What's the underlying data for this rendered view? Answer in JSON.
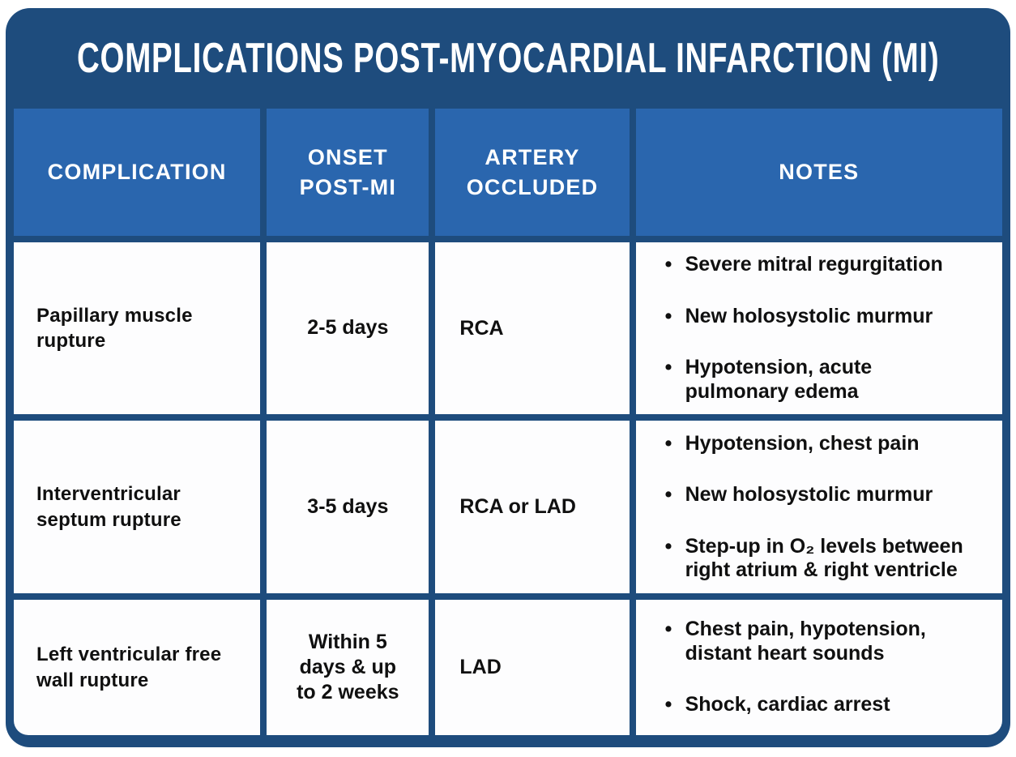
{
  "title": "COMPLICATIONS POST-MYOCARDIAL INFARCTION (MI)",
  "colors": {
    "frame_navy": "#1E4C7D",
    "header_blue": "#2A66AE",
    "cell_white": "#FDFDFE",
    "text_black": "#101010",
    "title_white": "#FFFFFF"
  },
  "table": {
    "headers": [
      "COMPLICATION",
      "ONSET\nPOST-MI",
      "ARTERY\nOCCLUDED",
      "NOTES"
    ],
    "rows": [
      {
        "complication": "Papillary muscle rupture",
        "onset": "2-5 days",
        "artery": "RCA",
        "notes": [
          "Severe mitral regurgitation",
          "New holosystolic murmur",
          "Hypotension, acute\npulmonary edema"
        ]
      },
      {
        "complication": "Interventricular septum rupture",
        "onset": "3-5 days",
        "artery": "RCA or LAD",
        "notes": [
          "Hypotension, chest pain",
          "New holosystolic murmur",
          "Step-up in O₂ levels between\nright atrium & right ventricle"
        ]
      },
      {
        "complication": "Left ventricular free wall rupture",
        "onset": "Within 5\ndays & up\nto 2 weeks",
        "artery": "LAD",
        "notes": [
          "Chest pain, hypotension,\ndistant heart sounds",
          "Shock, cardiac arrest"
        ]
      }
    ]
  }
}
